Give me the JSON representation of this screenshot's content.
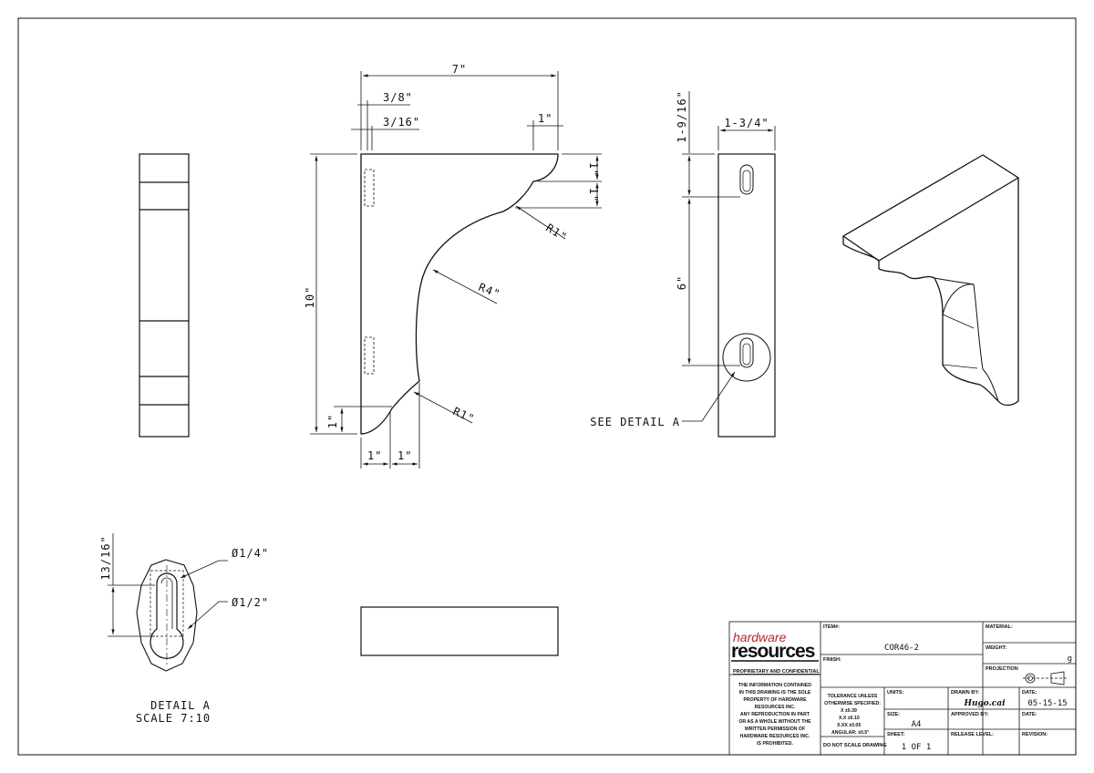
{
  "drawing": {
    "dimensions": {
      "overall_width": "7\"",
      "slot_offset_a": "3/8\"",
      "slot_offset_b": "3/16\"",
      "top_lip_width": "1\"",
      "top_lip_height_a": "1\"",
      "top_lip_height_b": "1\"",
      "radius_top": "R1\"",
      "radius_main": "R4\"",
      "radius_bottom": "R1\"",
      "overall_height": "10\"",
      "bottom_lip_height": "1\"",
      "bottom_width_a": "1\"",
      "bottom_width_b": "1\"",
      "side_depth": "1-3/4\"",
      "slot_top_offset": "1-9/16\"",
      "slot_spacing": "6\"",
      "detail_callout": "SEE DETAIL A",
      "detail_height": "13/16\"",
      "detail_dia_small": "Ø1/4\"",
      "detail_dia_large": "Ø1/2\"",
      "detail_title": "DETAIL A",
      "detail_scale": "SCALE 7:10"
    }
  },
  "title_block": {
    "logo_top": "hardware",
    "logo_main": "resources",
    "proprietary": "PROPRIETARY AND CONFIDENTIAL",
    "notice": [
      "THE INFORMATION CONTAINED",
      "IN THIS DRAWING IS THE SOLE",
      "PROPERTY OF HARDWARE",
      "RESOURCES INC.",
      "ANY REPRODUCTION IN PART",
      "OR AS A WHOLE WITHOUT THE",
      "WRITTEN PERMISSION OF",
      "HARDWARE RESOURCES INC.",
      "IS PROHIBITED."
    ],
    "item_label": "ITEM#:",
    "item_value": "COR46-2",
    "finish_label": "FINISH:",
    "material_label": "MATERIAL:",
    "weight_label": "WEIGHT:",
    "weight_unit": "g",
    "projection_label": "PROJECTION",
    "tolerance": [
      "TOLERANCE UNLESS",
      "OTHERWISE SPECIFIED:",
      "X    ±0.39",
      "X.X  ±0.10",
      "X.XX ±0.05",
      "ANGULAR: ±0.5°"
    ],
    "units_label": "UNITS:",
    "size_label": "SIZE:",
    "size_value": "A4",
    "sheet_label": "SHEET:",
    "sheet_value": "1 OF 1",
    "drawn_by_label": "DRAWN BY:",
    "drawn_by_value": "Hugo.cai",
    "date_label": "DATE:",
    "date_value": "05-15-15",
    "approved_label": "APPROVED BY:",
    "date2_label": "DATE:",
    "release_label": "RELEASE LEVEL:",
    "revision_label": "REVISION:",
    "no_scale": "DO NOT SCALE DRAWING"
  }
}
